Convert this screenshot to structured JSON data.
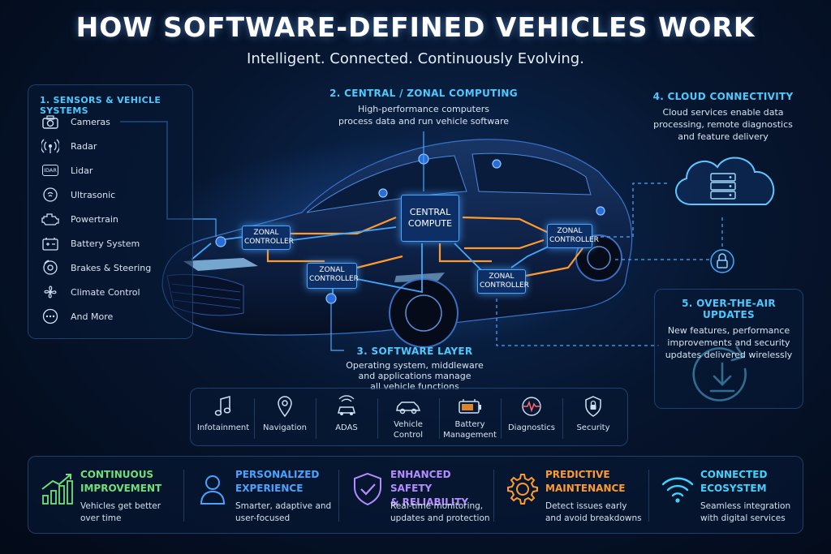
{
  "header": {
    "title": "HOW SOFTWARE-DEFINED VEHICLES WORK",
    "subtitle": "Intelligent. Connected. Continuously Evolving."
  },
  "sensors": {
    "title": "1. SENSORS & VEHICLE SYSTEMS",
    "items": [
      {
        "label": "Cameras",
        "icon": "camera-icon"
      },
      {
        "label": "Radar",
        "icon": "radar-icon"
      },
      {
        "label": "Lidar",
        "icon": "lidar-icon",
        "icon_text": "IDAR"
      },
      {
        "label": "Ultrasonic",
        "icon": "ultrasonic-icon"
      },
      {
        "label": "Powertrain",
        "icon": "engine-icon"
      },
      {
        "label": "Battery System",
        "icon": "battery-icon"
      },
      {
        "label": "Brakes & Steering",
        "icon": "brake-icon"
      },
      {
        "label": "Climate Control",
        "icon": "fan-icon"
      },
      {
        "label": "And More",
        "icon": "more-icon"
      }
    ]
  },
  "computing": {
    "title": "2. CENTRAL / ZONAL COMPUTING",
    "text_line1": "High-performance computers",
    "text_line2": "process data and run vehicle software"
  },
  "cloud": {
    "title": "4. CLOUD CONNECTIVITY",
    "text_line1": "Cloud services enable data",
    "text_line2": "processing, remote diagnostics",
    "text_line3": "and feature delivery"
  },
  "ota": {
    "title": "5. OVER-THE-AIR UPDATES",
    "text_line1": "New features, performance",
    "text_line2": "improvements and security",
    "text_line3": "updates delivered wirelessly"
  },
  "software": {
    "title": "3. SOFTWARE LAYER",
    "text_line1": "Operating system, middleware",
    "text_line2": "and applications manage",
    "text_line3": "all vehicle functions"
  },
  "controllers": {
    "central_line1": "CENTRAL",
    "central_line2": "COMPUTE",
    "zonal_line1": "ZONAL",
    "zonal_line2": "CONTROLLER"
  },
  "apps": [
    {
      "line1": "Infotainment",
      "line2": "",
      "icon": "music-note-icon"
    },
    {
      "line1": "Navigation",
      "line2": "",
      "icon": "map-pin-icon"
    },
    {
      "line1": "ADAS",
      "line2": "",
      "icon": "adas-car-icon"
    },
    {
      "line1": "Vehicle",
      "line2": "Control",
      "icon": "car-icon"
    },
    {
      "line1": "Battery",
      "line2": "Management",
      "icon": "battery-icon"
    },
    {
      "line1": "Diagnostics",
      "line2": "",
      "icon": "pulse-icon"
    },
    {
      "line1": "Security",
      "line2": "",
      "icon": "lock-shield-icon"
    }
  ],
  "benefits": [
    {
      "title_line1": "CONTINUOUS",
      "title_line2": "IMPROVEMENT",
      "desc_line1": "Vehicles get better",
      "desc_line2": "over time",
      "color": "#6ee07a",
      "icon": "growth-chart-icon"
    },
    {
      "title_line1": "PERSONALIZED",
      "title_line2": "EXPERIENCE",
      "desc_line1": "Smarter, adaptive and",
      "desc_line2": "user-focused",
      "color": "#4aa3ff",
      "icon": "user-icon"
    },
    {
      "title_line1": "ENHANCED SAFETY",
      "title_line2": "& RELIABILITY",
      "desc_line1": "Real-time monitoring,",
      "desc_line2": "updates and protection",
      "color": "#b58cff",
      "icon": "shield-check-icon"
    },
    {
      "title_line1": "PREDICTIVE",
      "title_line2": "MAINTENANCE",
      "desc_line1": "Detect issues early",
      "desc_line2": "and avoid breakdowns",
      "color": "#ff9a2e",
      "icon": "gear-icon"
    },
    {
      "title_line1": "CONNECTED",
      "title_line2": "ECOSYSTEM",
      "desc_line1": "Seamless integration",
      "desc_line2": "with digital services",
      "color": "#3fd3ff",
      "icon": "wifi-icon"
    }
  ],
  "colors": {
    "accent_cyan": "#4cc9ff",
    "link_orange": "#ff9a2e",
    "link_blue": "#3fa8ff",
    "background": "#06152e"
  }
}
